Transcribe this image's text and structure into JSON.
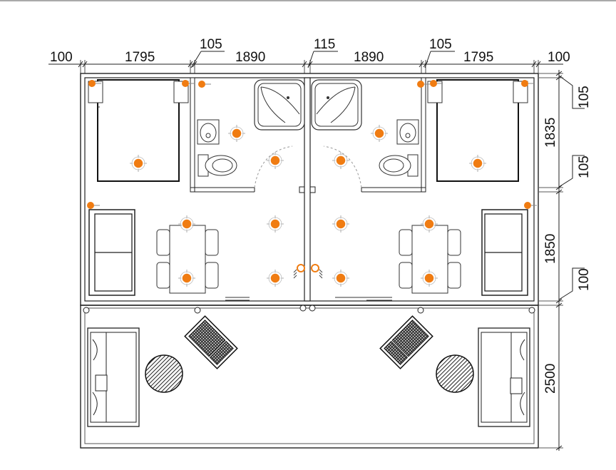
{
  "dimensions": {
    "top": [
      "100",
      "1795",
      "105",
      "1890",
      "115",
      "1890",
      "105",
      "1795",
      "100"
    ],
    "right": [
      "105",
      "1835",
      "105",
      "1850",
      "100",
      "2500"
    ]
  },
  "colors": {
    "light_fixture": "#f07c12",
    "line": "#222222",
    "background": "#ffffff"
  },
  "icons": {
    "light": "ceiling-light-icon",
    "bed": "bed-icon",
    "sofa": "sofa-icon",
    "toilet": "toilet-icon",
    "sink": "sink-icon",
    "shower": "shower-icon",
    "table": "dining-table-icon",
    "chair": "chair-icon",
    "lounger": "lounger-icon",
    "side_table": "round-side-table-icon"
  }
}
